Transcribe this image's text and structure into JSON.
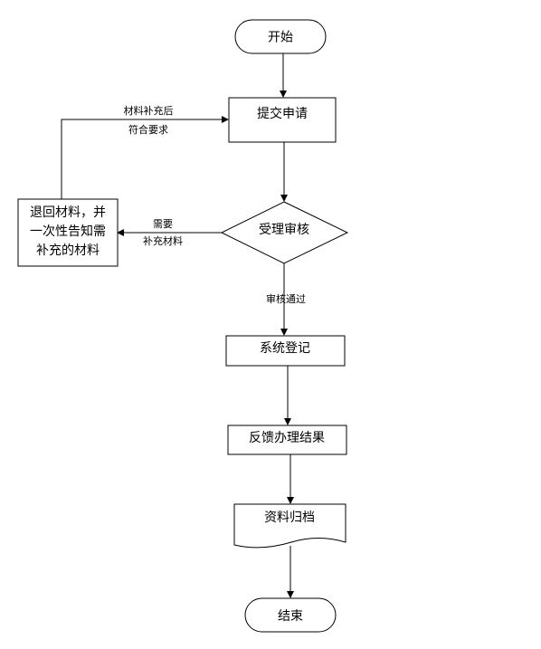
{
  "nodes": {
    "start": "开始",
    "submit": "提交申请",
    "review": "受理审核",
    "return": [
      "退回材料，并",
      "一次性告知需",
      "补充的材料"
    ],
    "register": "系统登记",
    "feedback": "反馈办理结果",
    "archive": "资料归档",
    "end": "结束"
  },
  "edges": {
    "resubmit": [
      "材料补充后",
      "符合要求"
    ],
    "need_more": [
      "需要",
      "补充材料"
    ],
    "approved": "审核通过"
  },
  "colors": {
    "stroke": "#000000",
    "fill": "#ffffff"
  }
}
